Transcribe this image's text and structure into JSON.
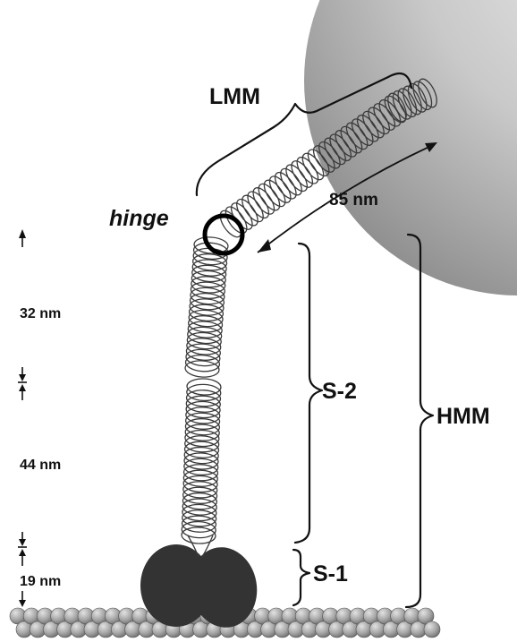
{
  "labels": {
    "lmm": "LMM",
    "hinge": "hinge",
    "length_85": "85 nm",
    "length_32": "32 nm",
    "length_44": "44 nm",
    "length_19": "19 nm",
    "s2": "S-2",
    "hmm": "HMM",
    "s1": "S-1"
  },
  "colors": {
    "background": "#ffffff",
    "sphere_light": "#e6e6e6",
    "sphere_dark": "#9a9a9a",
    "coil": "#3a3a3a",
    "heads": "#333333",
    "filament_beads": "#a8a8a8",
    "hinge_ring": "#000000"
  },
  "icons": {
    "sphere": "large-grey-sphere",
    "coiled_coil": "helical-coil",
    "hinge_marker": "circle-ring",
    "myosin_heads": "two-ellipses",
    "actin_filament": "bead-chain"
  }
}
